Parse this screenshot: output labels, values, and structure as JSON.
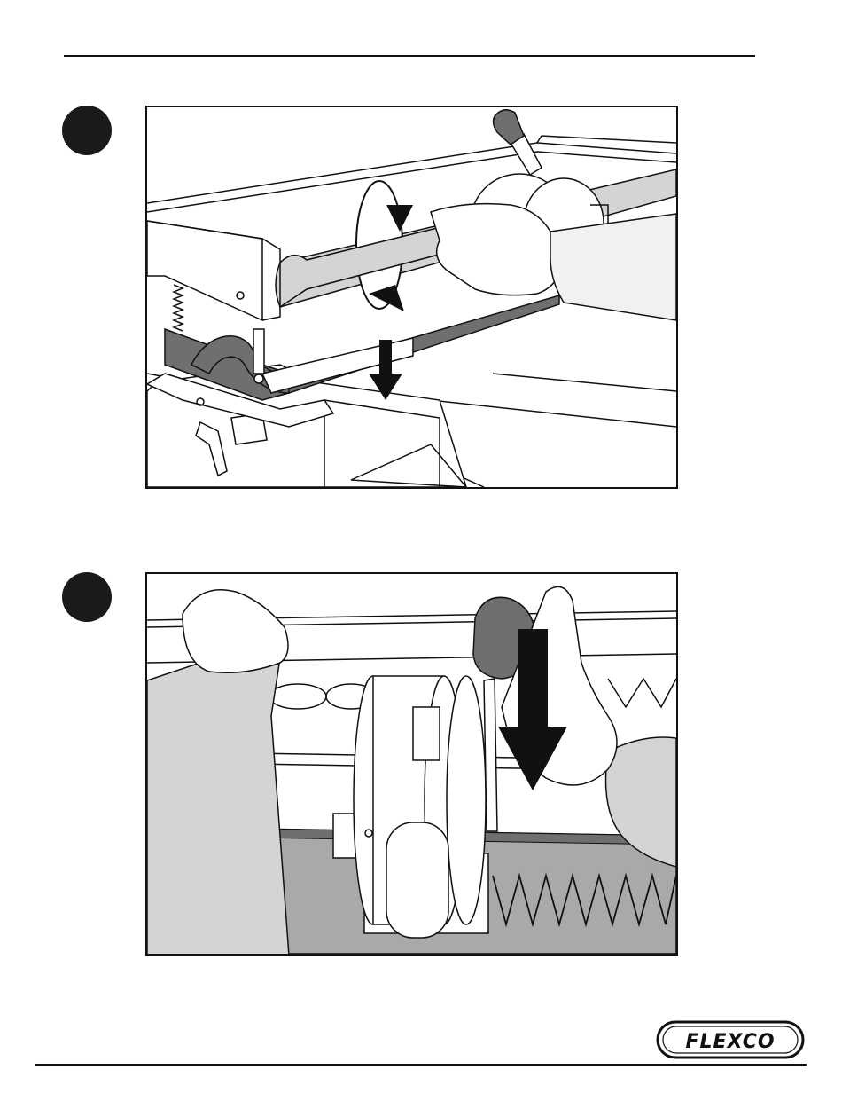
{
  "page": {
    "steps": [
      {
        "illustration": "belt-lacer-top-bar-rotation-illustration",
        "icon": "step-marker-dot"
      },
      {
        "illustration": "roller-handle-push-down-illustration",
        "icon": "step-marker-dot"
      }
    ],
    "footer": {
      "brand": "FLEXCO"
    },
    "colors": {
      "ink": "#111111",
      "gray_light": "#d4d4d4",
      "gray_mid": "#a9a9a9",
      "gray_dark": "#6f6f6f",
      "paper": "#ffffff"
    }
  }
}
